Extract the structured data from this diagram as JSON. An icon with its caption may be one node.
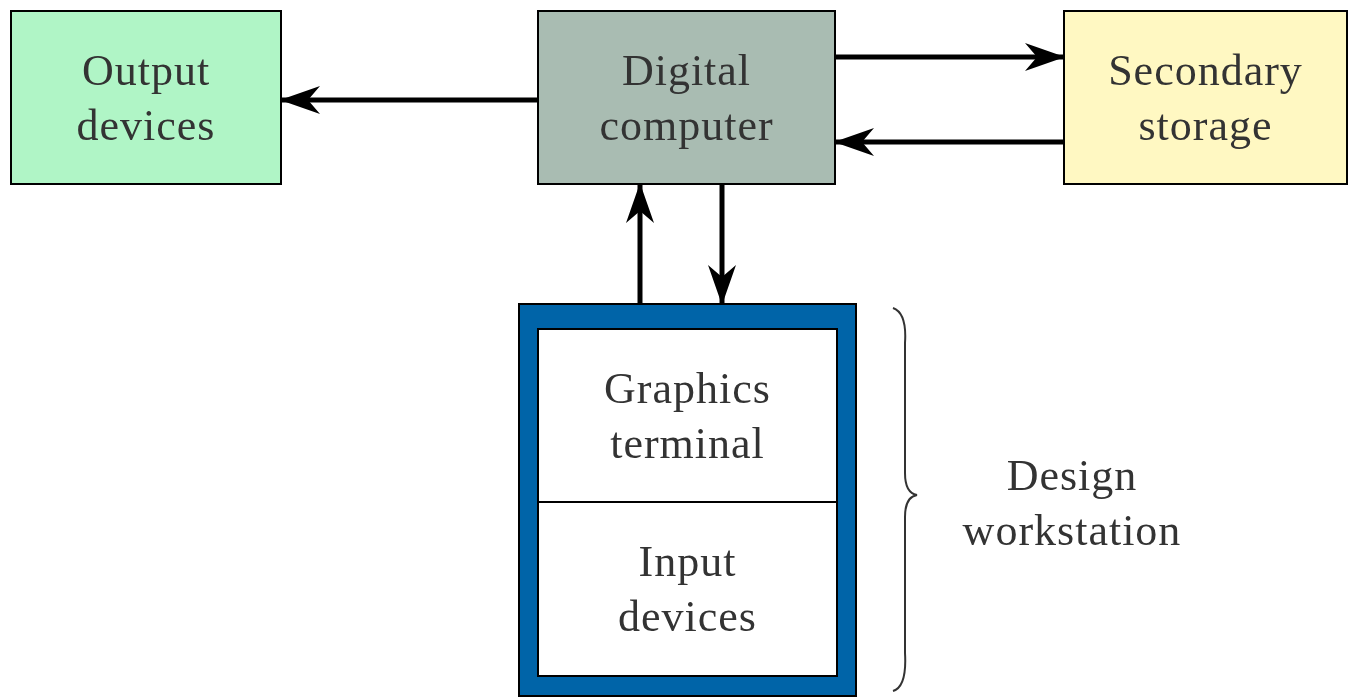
{
  "diagram": {
    "nodes": [
      {
        "text": [
          "Output devices"
        ]
      },
      {
        "text": [
          "Digital computer"
        ]
      },
      {
        "text": [
          "Secondary storage"
        ]
      },
      {
        "text": [],
        "shape": "box",
        "beside": [
          "Design workstation"
        ]
      },
      {
        "text": [
          "Graphics terminal"
        ],
        "in": 3
      },
      {
        "text": [
          "Input devices"
        ],
        "in": 3
      }
    ],
    "edges": [
      {
        "from": 1,
        "to": 0,
        "arrow": "to"
      },
      {
        "from": 1,
        "to": 2,
        "arrow": "to"
      },
      {
        "from": 2,
        "to": 1,
        "arrow": "to"
      },
      {
        "from": 3,
        "to": 1,
        "arrow": "to"
      },
      {
        "from": 1,
        "to": 3,
        "arrow": "to"
      }
    ]
  }
}
